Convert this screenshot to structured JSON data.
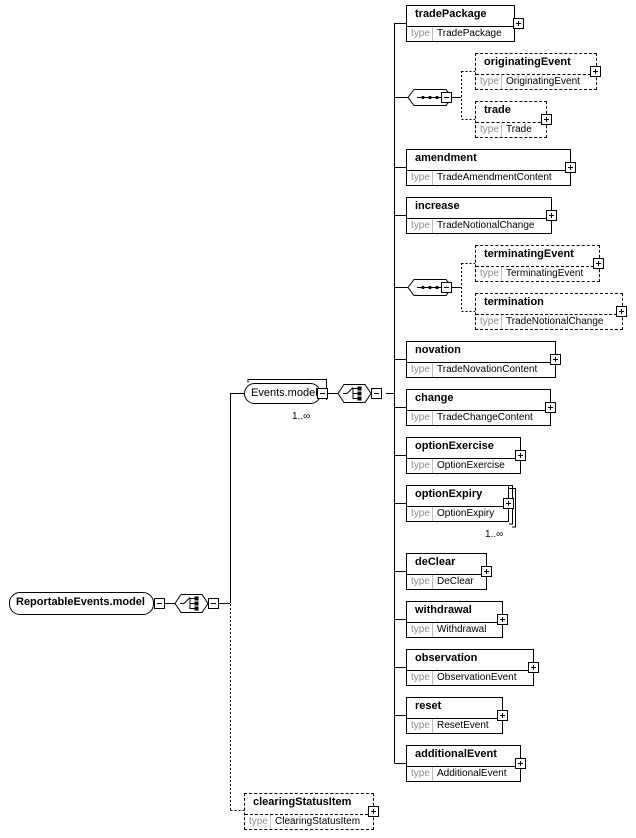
{
  "root": {
    "name": "ReportableEvents.model"
  },
  "events_group": {
    "name": "Events.model",
    "cardinality": "1..∞"
  },
  "clearing": {
    "name": "clearingStatusItem",
    "type_key": "type",
    "type": "ClearingStatusItem"
  },
  "elements": [
    {
      "name": "tradePackage",
      "type_key": "type",
      "type": "TradePackage"
    },
    {
      "name": "originatingEvent",
      "type_key": "type",
      "type": "OriginatingEvent"
    },
    {
      "name": "trade",
      "type_key": "type",
      "type": "Trade"
    },
    {
      "name": "amendment",
      "type_key": "type",
      "type": "TradeAmendmentContent"
    },
    {
      "name": "increase",
      "type_key": "type",
      "type": "TradeNotionalChange"
    },
    {
      "name": "terminatingEvent",
      "type_key": "type",
      "type": "TerminatingEvent"
    },
    {
      "name": "termination",
      "type_key": "type",
      "type": "TradeNotionalChange"
    },
    {
      "name": "novation",
      "type_key": "type",
      "type": "TradeNovationContent"
    },
    {
      "name": "change",
      "type_key": "type",
      "type": "TradeChangeContent"
    },
    {
      "name": "optionExercise",
      "type_key": "type",
      "type": "OptionExercise"
    },
    {
      "name": "optionExpiry",
      "type_key": "type",
      "type": "OptionExpiry",
      "cardinality": "1..∞"
    },
    {
      "name": "deClear",
      "type_key": "type",
      "type": "DeClear"
    },
    {
      "name": "withdrawal",
      "type_key": "type",
      "type": "Withdrawal"
    },
    {
      "name": "observation",
      "type_key": "type",
      "type": "ObservationEvent"
    },
    {
      "name": "reset",
      "type_key": "type",
      "type": "ResetEvent"
    },
    {
      "name": "additionalEvent",
      "type_key": "type",
      "type": "AdditionalEvent"
    }
  ],
  "icons": {
    "expand": "plus-box-icon",
    "collapse": "minus-box-icon",
    "sequence": "sequence-compositor-icon",
    "choice": "choice-compositor-icon",
    "documentation": "documentation-icon",
    "reference": "reference-arrow-icon"
  }
}
